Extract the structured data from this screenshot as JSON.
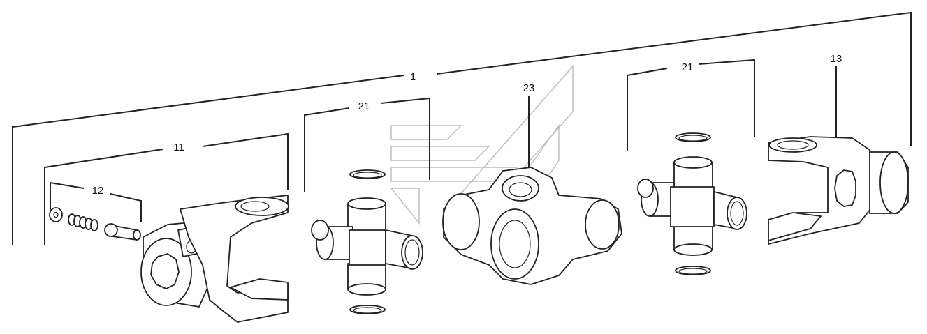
{
  "callouts": {
    "assembly": "1",
    "yoke_left": "11",
    "spring_kit": "12",
    "cross_left": "21",
    "center_yoke": "23",
    "cross_right": "21",
    "yoke_right": "13"
  },
  "colors": {
    "line": "#222222",
    "background": "#ffffff",
    "watermark": "#bbbbbb"
  }
}
